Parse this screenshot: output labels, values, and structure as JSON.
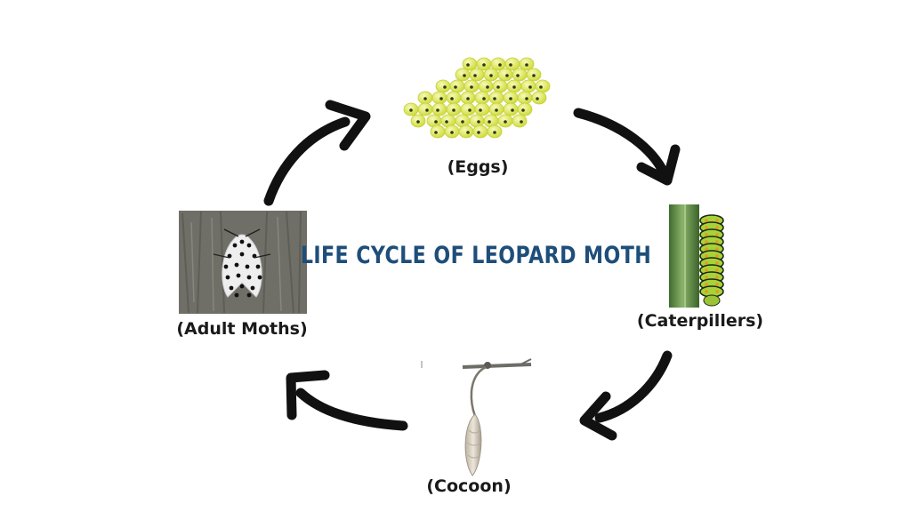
{
  "title": "LIFE CYCLE OF LEOPARD MOTH",
  "colors": {
    "title": "#1e4e79",
    "arrow": "#111111",
    "egg": "#e2ea5a",
    "caterpillar": "#a8d23a",
    "bark": "#6f6f68",
    "cocoon": "#d9d0c2"
  },
  "stages": [
    {
      "id": "eggs",
      "label": "(Eggs)",
      "icon": "eggs-cluster-image"
    },
    {
      "id": "caterpillars",
      "label": "(Caterpillers)",
      "icon": "caterpillar-on-stem-image"
    },
    {
      "id": "cocoon",
      "label": "(Cocoon)",
      "icon": "hanging-cocoon-image"
    },
    {
      "id": "adult",
      "label": "(Adult Moths)",
      "icon": "adult-moth-on-bark-image"
    }
  ]
}
